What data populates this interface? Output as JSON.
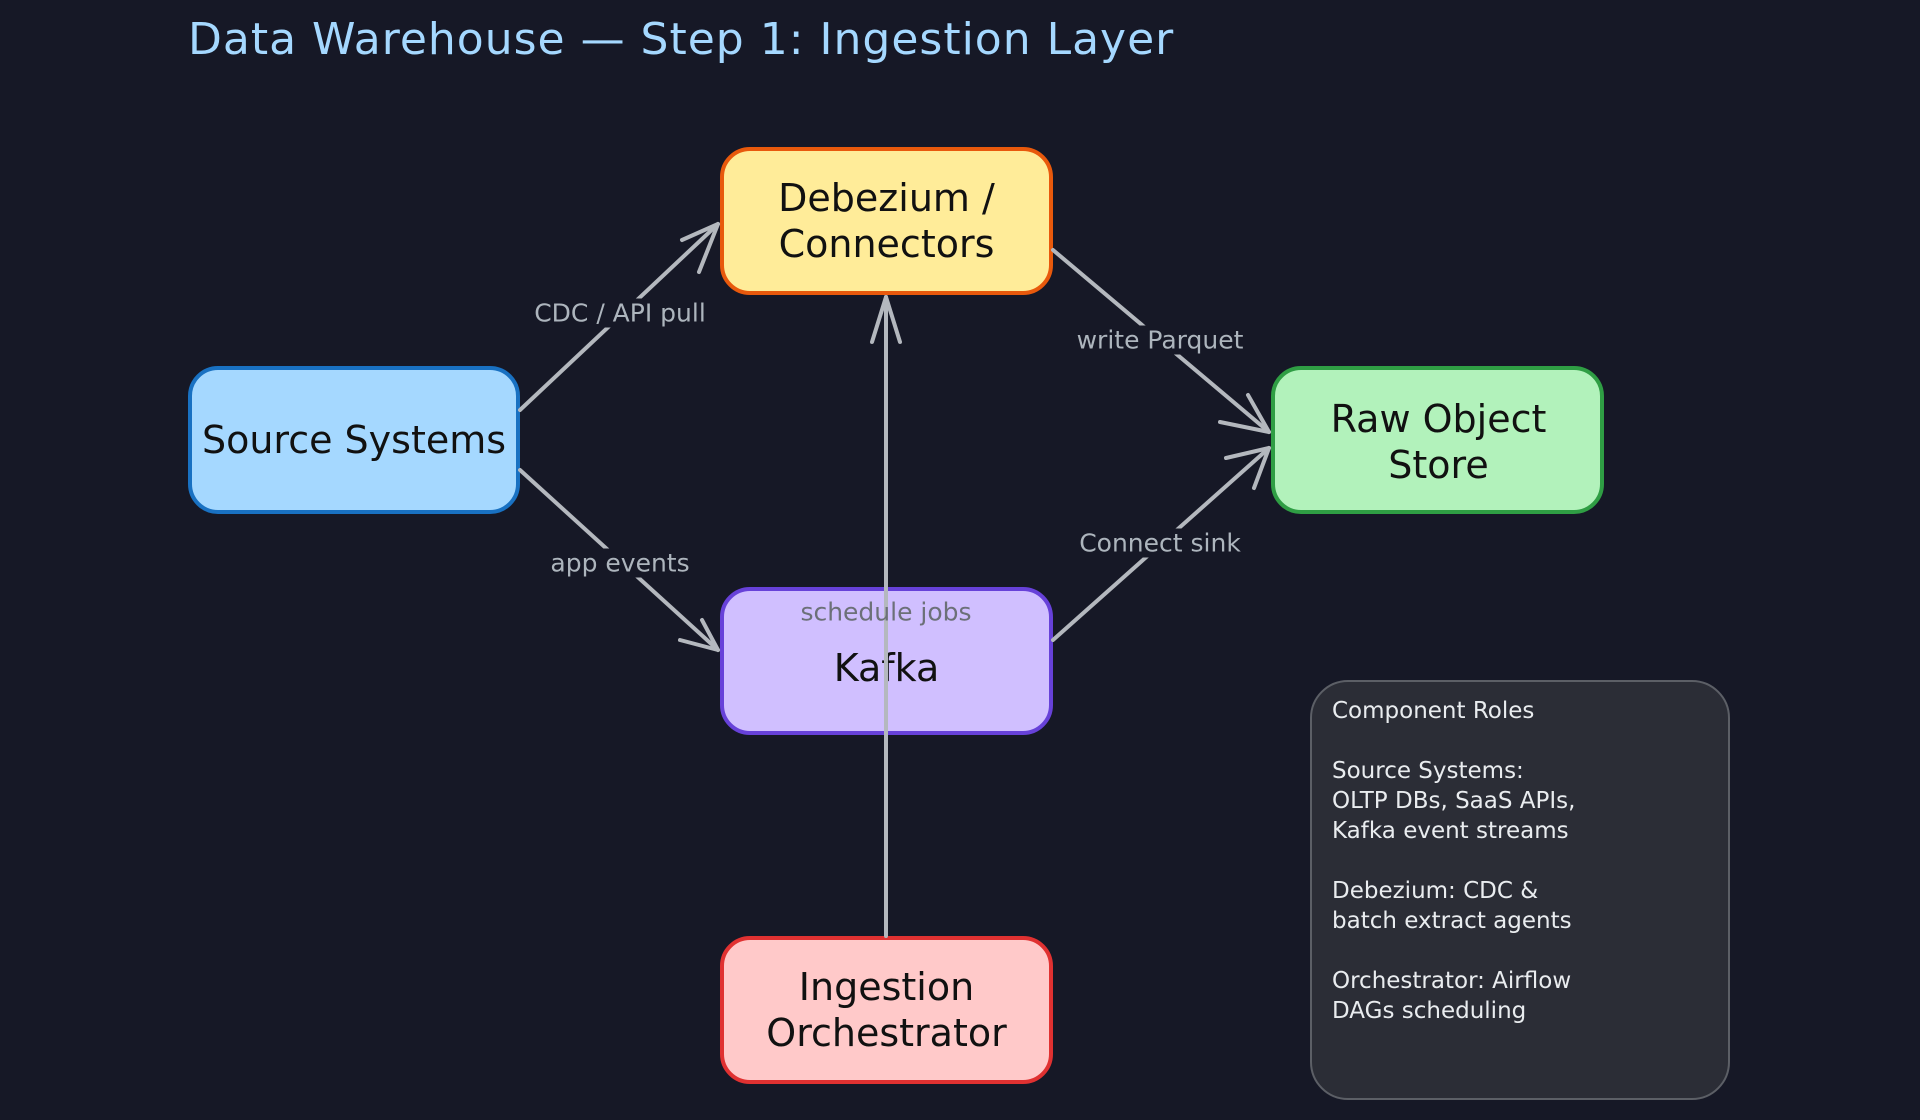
{
  "title": "Data Warehouse — Step 1: Ingestion Layer",
  "nodes": {
    "source": "Source Systems",
    "debezium": "Debezium /\nConnectors",
    "raw": "Raw Object Store",
    "kafka": "Kafka",
    "orchestrator": "Ingestion\nOrchestrator"
  },
  "edges": {
    "cdc": "CDC / API pull",
    "app_events": "app events",
    "write_parquet": "write Parquet",
    "connect_sink": "Connect sink",
    "schedule_jobs": "schedule jobs"
  },
  "legend": {
    "title": "Component Roles",
    "source": "Source Systems:\nOLTP DBs, SaaS APIs,\nKafka event streams",
    "debezium": "Debezium: CDC &\nbatch extract agents",
    "orchestrator": "Orchestrator: Airflow\nDAGs scheduling"
  },
  "colors": {
    "background": "#161826",
    "edge": "#b4b8be",
    "title": "#a5d8ff"
  }
}
